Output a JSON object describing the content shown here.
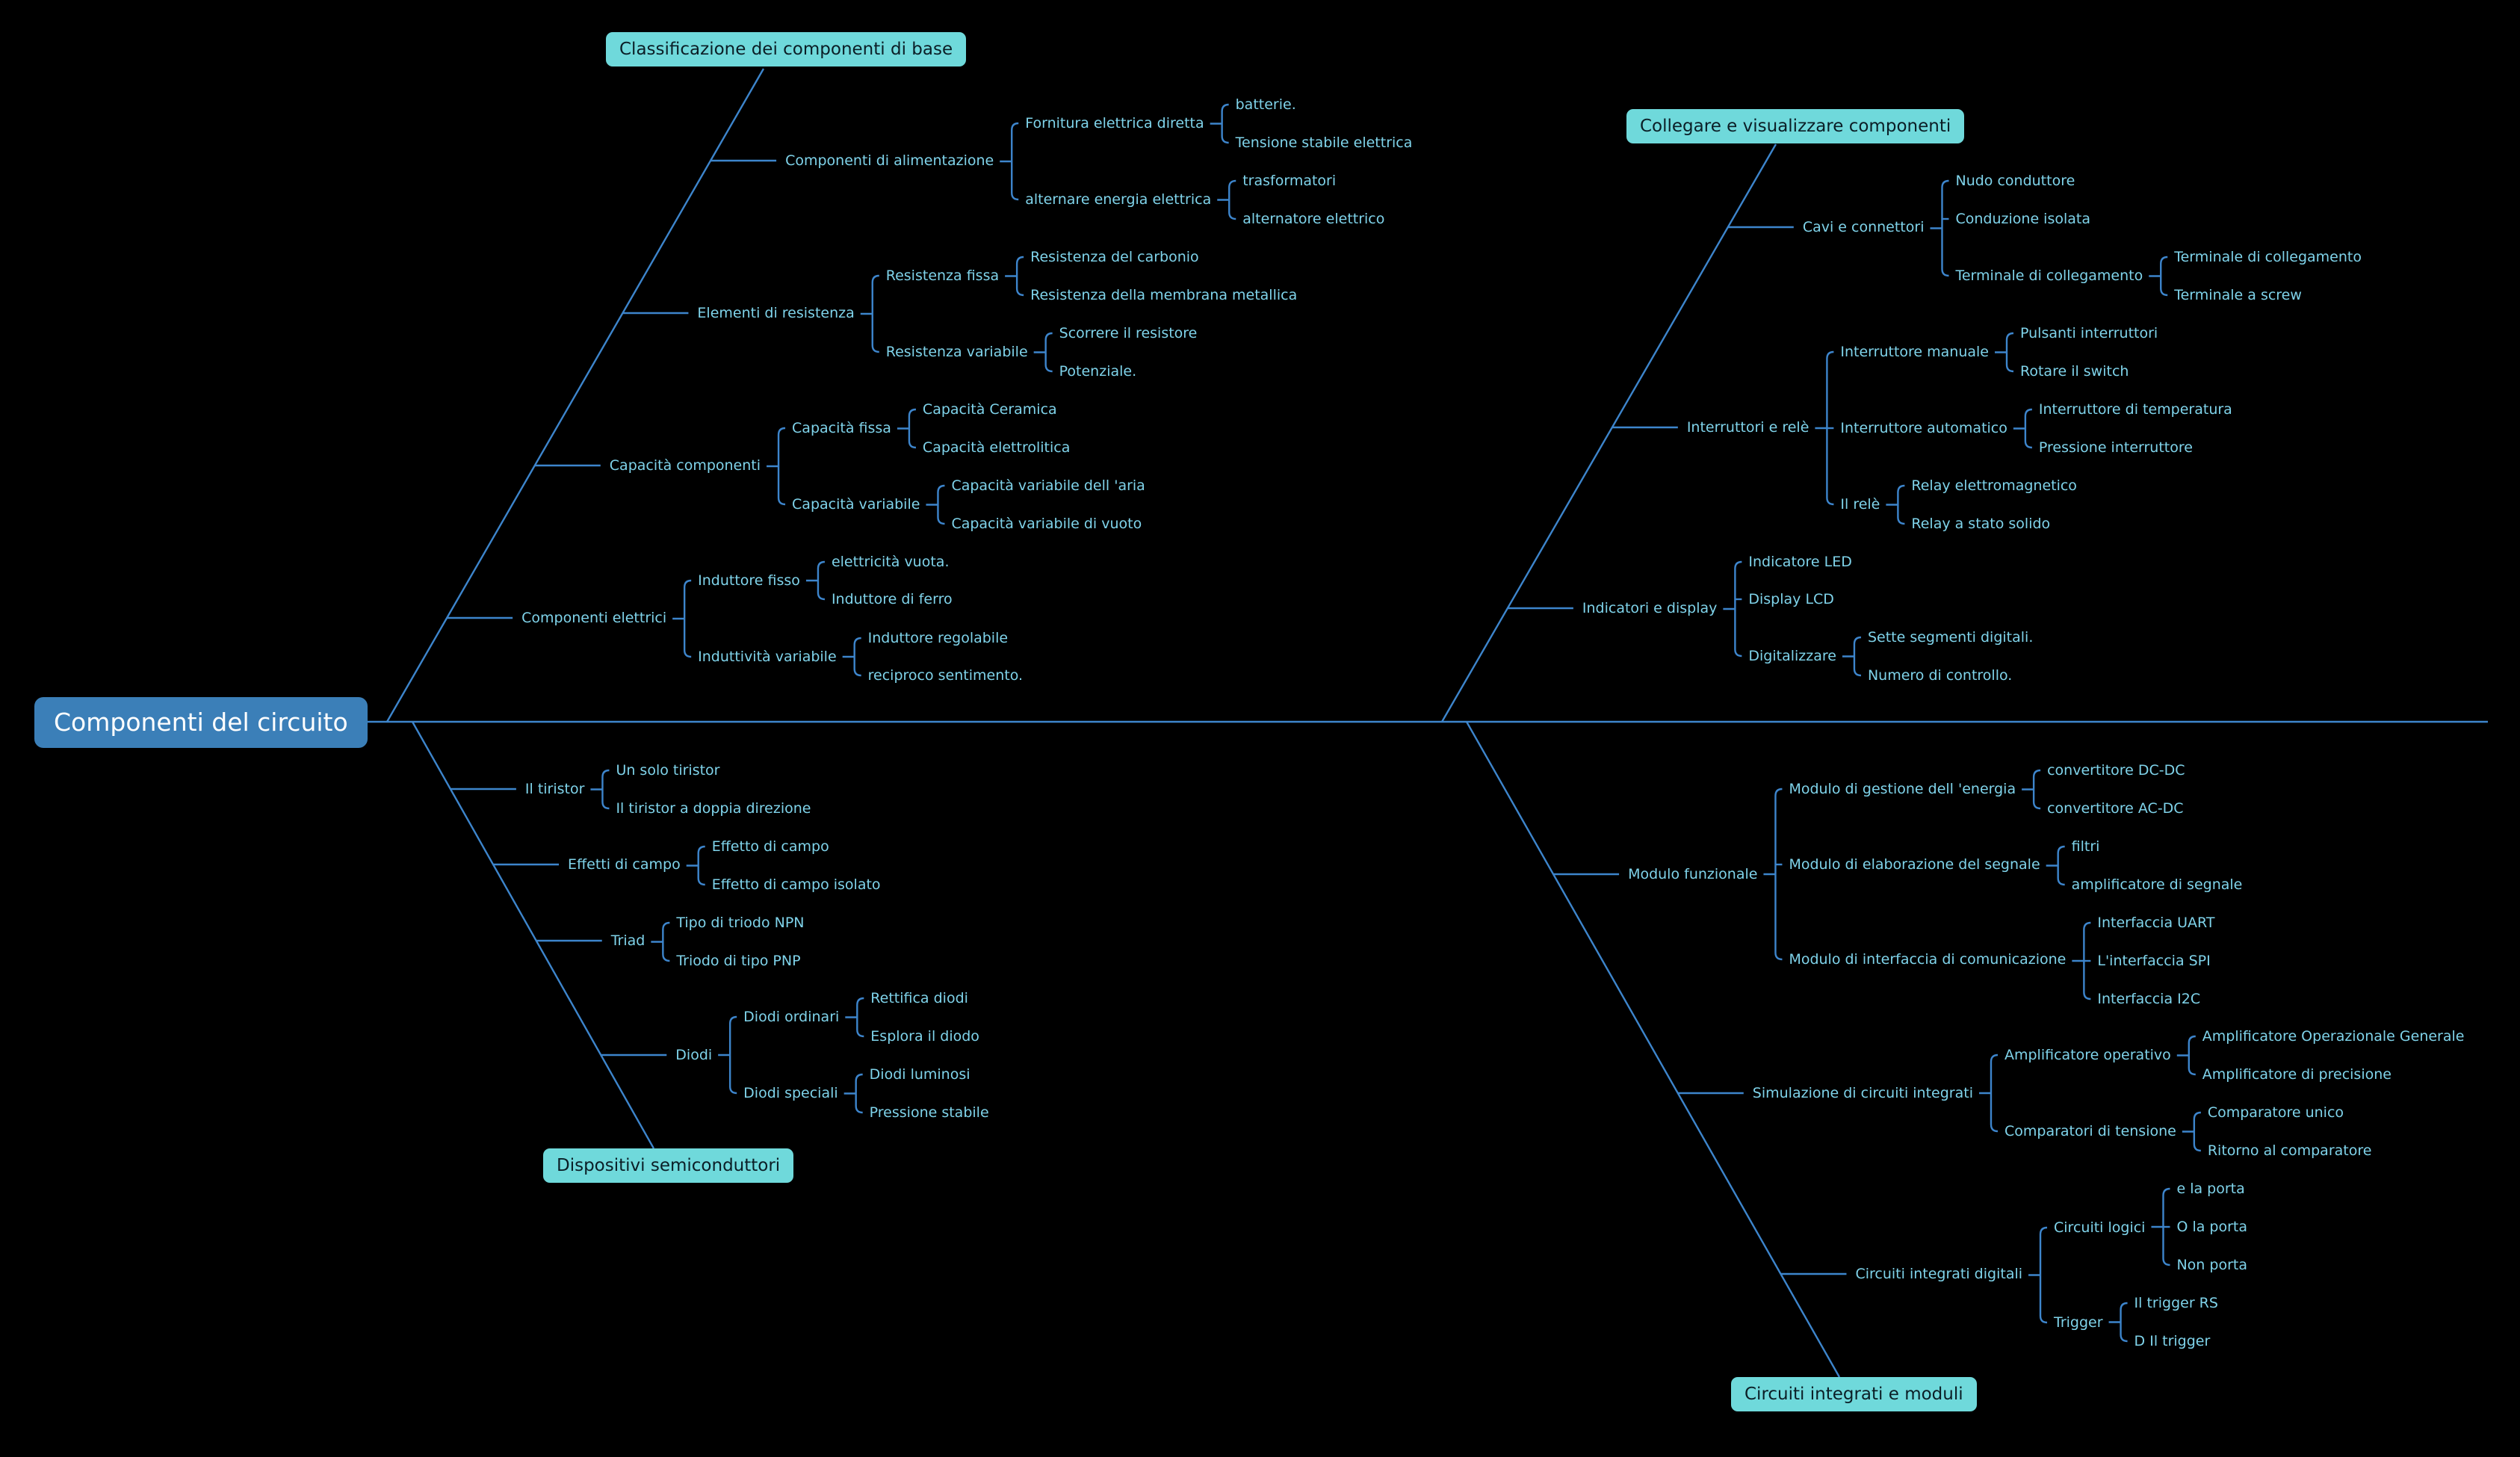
{
  "root": "Componenti del circuito",
  "categories": [
    {
      "label": "Classificazione dei componenti di base",
      "children": [
        {
          "label": "Componenti di alimentazione",
          "children": [
            {
              "label": "Fornitura elettrica diretta",
              "children": [
                {
                  "label": "batterie."
                },
                {
                  "label": "Tensione stabile elettrica"
                }
              ]
            },
            {
              "label": "alternare energia elettrica",
              "children": [
                {
                  "label": "trasformatori"
                },
                {
                  "label": "alternatore elettrico"
                }
              ]
            }
          ]
        },
        {
          "label": "Elementi di resistenza",
          "children": [
            {
              "label": "Resistenza fissa",
              "children": [
                {
                  "label": "Resistenza del carbonio"
                },
                {
                  "label": "Resistenza della membrana metallica"
                }
              ]
            },
            {
              "label": "Resistenza variabile",
              "children": [
                {
                  "label": "Scorrere il resistore"
                },
                {
                  "label": "Potenziale."
                }
              ]
            }
          ]
        },
        {
          "label": "Capacità componenti",
          "children": [
            {
              "label": "Capacità fissa",
              "children": [
                {
                  "label": "Capacità Ceramica"
                },
                {
                  "label": "Capacità elettrolitica"
                }
              ]
            },
            {
              "label": "Capacità variabile",
              "children": [
                {
                  "label": "Capacità variabile dell 'aria"
                },
                {
                  "label": "Capacità variabile di vuoto"
                }
              ]
            }
          ]
        },
        {
          "label": "Componenti elettrici",
          "children": [
            {
              "label": "Induttore fisso",
              "children": [
                {
                  "label": "elettricità vuota."
                },
                {
                  "label": "Induttore di ferro"
                }
              ]
            },
            {
              "label": "Induttività variabile",
              "children": [
                {
                  "label": "Induttore regolabile"
                },
                {
                  "label": "reciproco sentimento."
                }
              ]
            }
          ]
        }
      ]
    },
    {
      "label": "Collegare e visualizzare componenti",
      "children": [
        {
          "label": "Cavi e connettori",
          "children": [
            {
              "label": "Nudo conduttore"
            },
            {
              "label": "Conduzione isolata"
            },
            {
              "label": "Terminale di collegamento",
              "children": [
                {
                  "label": "Terminale di collegamento"
                },
                {
                  "label": "Terminale a screw"
                }
              ]
            }
          ]
        },
        {
          "label": "Interruttori e relè",
          "children": [
            {
              "label": "Interruttore manuale",
              "children": [
                {
                  "label": "Pulsanti interruttori"
                },
                {
                  "label": "Rotare il switch"
                }
              ]
            },
            {
              "label": "Interruttore automatico",
              "children": [
                {
                  "label": "Interruttore di temperatura"
                },
                {
                  "label": "Pressione interruttore"
                }
              ]
            },
            {
              "label": "Il relè",
              "children": [
                {
                  "label": "Relay elettromagnetico"
                },
                {
                  "label": "Relay a stato solido"
                }
              ]
            }
          ]
        },
        {
          "label": "Indicatori e display",
          "children": [
            {
              "label": "Indicatore LED"
            },
            {
              "label": "Display LCD"
            },
            {
              "label": "Digitalizzare",
              "children": [
                {
                  "label": "Sette segmenti digitali."
                },
                {
                  "label": "Numero di controllo."
                }
              ]
            }
          ]
        }
      ]
    },
    {
      "label": "Dispositivi semiconduttori",
      "children": [
        {
          "label": "Il tiristor",
          "children": [
            {
              "label": "Un solo tiristor"
            },
            {
              "label": "Il tiristor a doppia direzione"
            }
          ]
        },
        {
          "label": "Effetti di campo",
          "children": [
            {
              "label": "Effetto di campo"
            },
            {
              "label": "Effetto di campo isolato"
            }
          ]
        },
        {
          "label": "Triad",
          "children": [
            {
              "label": "Tipo di triodo NPN"
            },
            {
              "label": "Triodo di tipo PNP"
            }
          ]
        },
        {
          "label": "Diodi",
          "children": [
            {
              "label": "Diodi ordinari",
              "children": [
                {
                  "label": "Rettifica diodi"
                },
                {
                  "label": "Esplora il diodo"
                }
              ]
            },
            {
              "label": "Diodi speciali",
              "children": [
                {
                  "label": "Diodi luminosi"
                },
                {
                  "label": "Pressione stabile"
                }
              ]
            }
          ]
        }
      ]
    },
    {
      "label": "Circuiti integrati e moduli",
      "children": [
        {
          "label": "Modulo funzionale",
          "children": [
            {
              "label": "Modulo di gestione dell 'energia",
              "children": [
                {
                  "label": "convertitore DC-DC"
                },
                {
                  "label": "convertitore AC-DC"
                }
              ]
            },
            {
              "label": "Modulo di elaborazione del segnale",
              "children": [
                {
                  "label": "filtri"
                },
                {
                  "label": "amplificatore di segnale"
                }
              ]
            },
            {
              "label": "Modulo di interfaccia di comunicazione",
              "children": [
                {
                  "label": "Interfaccia UART"
                },
                {
                  "label": "L'interfaccia SPI"
                },
                {
                  "label": "Interfaccia I2C"
                }
              ]
            }
          ]
        },
        {
          "label": "Simulazione di circuiti integrati",
          "children": [
            {
              "label": "Amplificatore operativo",
              "children": [
                {
                  "label": "Amplificatore Operazionale Generale"
                },
                {
                  "label": "Amplificatore di precisione"
                }
              ]
            },
            {
              "label": "Comparatori di tensione",
              "children": [
                {
                  "label": "Comparatore unico"
                },
                {
                  "label": "Ritorno al comparatore"
                }
              ]
            }
          ]
        },
        {
          "label": "Circuiti integrati digitali",
          "children": [
            {
              "label": "Circuiti logici",
              "children": [
                {
                  "label": "e la porta"
                },
                {
                  "label": "O la porta"
                },
                {
                  "label": "Non porta"
                }
              ]
            },
            {
              "label": "Trigger",
              "children": [
                {
                  "label": "Il trigger RS"
                },
                {
                  "label": "D Il trigger"
                }
              ]
            }
          ]
        }
      ]
    }
  ]
}
